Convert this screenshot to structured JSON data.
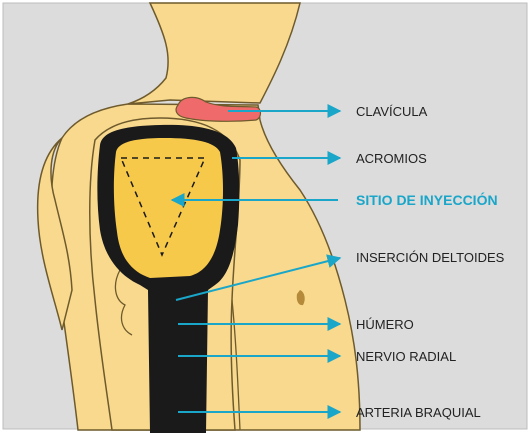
{
  "colors": {
    "background": "#dcdcdc",
    "skin": "#f8d98e",
    "skin_outline": "#6e5a2c",
    "bone": "#1a1a1a",
    "muscle": "#f7c94a",
    "clavicle": "#ef6b6b",
    "pointer": "#1aa6c9",
    "label": "#222222",
    "label_accent": "#1aa6c9"
  },
  "labels": {
    "clavicula": "CLAVÍCULA",
    "acromios": "ACROMIOS",
    "sitio": "SITIO DE INYECCIÓN",
    "insercion": "INSERCIÓN DELTOIDES",
    "humero": "HÚMERO",
    "nervio": "NERVIO RADIAL",
    "arteria": "ARTERIA BRAQUIAL"
  }
}
